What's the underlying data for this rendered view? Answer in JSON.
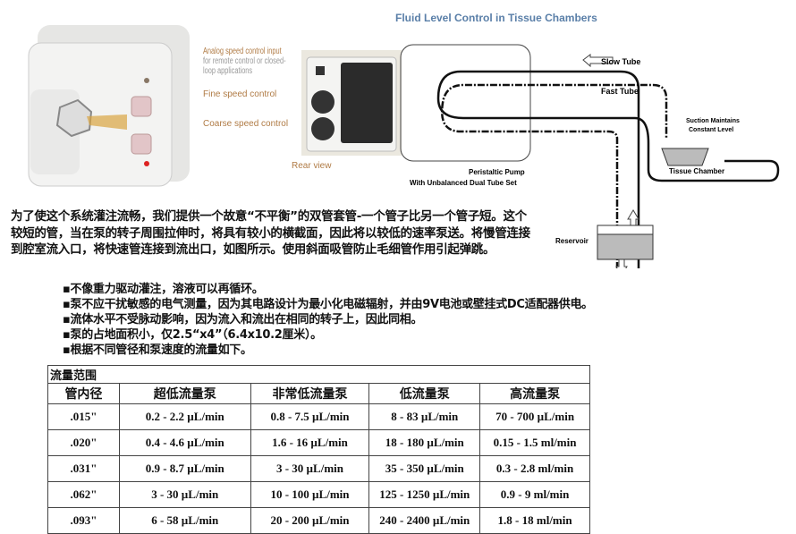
{
  "diagram": {
    "title": "Fluid Level Control in Tissue Chambers",
    "slow_tube": "Slow Tube",
    "fast_tube": "Fast Tube",
    "suction": [
      "Suction Maintains",
      "Constant Level"
    ],
    "tissue_chamber": "Tissue Chamber",
    "reservoir": "Reservoir",
    "pump_label": [
      "Peristaltic Pump",
      "With Unbalanced Dual Tube Set"
    ]
  },
  "photo": {
    "analog": [
      "Analog speed control input",
      "for remote control or closed-",
      "loop applications"
    ],
    "fine": "Fine speed control",
    "coarse": "Coarse speed control",
    "rear": "Rear view"
  },
  "paragraph": "为了使这个系统灌注流畅，我们提供一个故意“不平衡”的双管套管-一个管子比另一个管子短。这个较短的管，当在泵的转子周围拉伸时，将具有较小的横截面，因此将以较低的速率泵送。将慢管连接到腔室流入口，将快速管连接到流出口，如图所示。使用斜面吸管防止毛细管作用引起弹跳。",
  "bullets": [
    "▪不像重力驱动灌注，溶液可以再循环。",
    "▪泵不应干扰敏感的电气测量，因为其电路设计为最小化电磁辐射，并由9V电池或壁挂式DC适配器供电。",
    "▪流体水平不受脉动影响，因为流入和流出在相同的转子上，因此同相。",
    "▪泵的占地面积小，仅2.5“x4”（6.4x10.2厘米）。",
    "▪根据不同管径和泵速度的流量如下。"
  ],
  "table": {
    "caption": "流量范围",
    "headers": [
      "管内径",
      "超低流量泵",
      "非常低流量泵",
      "低流量泵",
      "高流量泵"
    ],
    "rows": [
      [
        ".015\"",
        "0.2 - 2.2 µL/min",
        "0.8 - 7.5 µL/min",
        "8 - 83 µL/min",
        "70 - 700 µL/min"
      ],
      [
        ".020\"",
        "0.4 - 4.6 µL/min",
        "1.6 - 16 µL/min",
        "18 - 180 µL/min",
        "0.15 - 1.5 ml/min"
      ],
      [
        ".031\"",
        "0.9 - 8.7 µL/min",
        "3 - 30 µL/min",
        "35 - 350 µL/min",
        "0.3 - 2.8 ml/min"
      ],
      [
        ".062\"",
        "3 - 30 µL/min",
        "10 - 100 µL/min",
        "125 - 1250 µL/min",
        "0.9 - 9 ml/min"
      ],
      [
        ".093\"",
        "6 - 58 µL/min",
        "20 - 200 µL/min",
        "240 - 2400 µL/min",
        "1.8 - 18 ml/min"
      ]
    ]
  }
}
